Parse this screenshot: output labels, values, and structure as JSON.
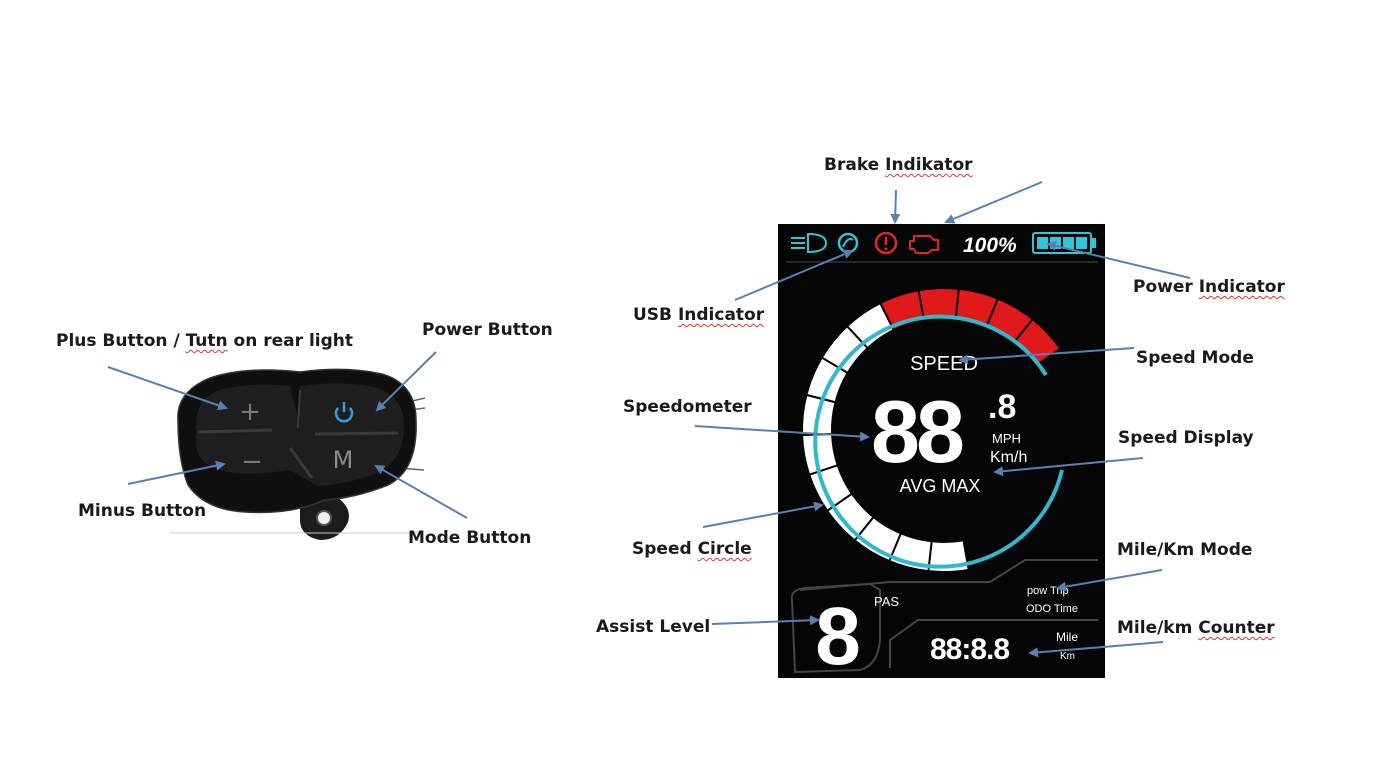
{
  "labels": {
    "plus_button": [
      "Plus Button / ",
      "Tutn",
      " on rear light"
    ],
    "power_button": "Power Button",
    "minus_button": "Minus Button",
    "mode_button": "Mode Button",
    "brake_indicator": [
      "Brake ",
      "Indikator"
    ],
    "usb_indicator": [
      "USB ",
      "Indicator"
    ],
    "power_indicator": [
      "Power ",
      "Indicator"
    ],
    "speed_mode": "Speed Mode",
    "speedometer": "Speedometer",
    "speed_display": "Speed Display",
    "speed_circle": [
      "Speed ",
      "Circle"
    ],
    "mile_km_mode": "Mile/Km Mode",
    "assist_level": "Assist Level",
    "mile_km_counter": [
      "Mile/km ",
      "Counter"
    ]
  },
  "controller": {
    "plus_symbol": "+",
    "minus_symbol": "−",
    "mode_symbol": "M"
  },
  "display": {
    "battery_percent": "100%",
    "speed_caption": "SPEED",
    "speed_digits": "88",
    "speed_decimal": ".8",
    "unit_mph": "MPH",
    "unit_kmh": "Km/h",
    "avg_max": "AVG MAX",
    "assist_digit": "8",
    "pas": "PAS",
    "mode_row1": "pow Trip",
    "mode_row2": "ODO  Time",
    "counter_digits": "88:8.8",
    "unit_mile": "Mile",
    "unit_km": "Km"
  },
  "colors": {
    "screen_bg": "#050505",
    "ring_accent": "#2fb8d0",
    "speed_segment_red": "#e01a1a",
    "brake_red": "#e22626",
    "battery_cyan": "#2fc7d8",
    "arrow_blue": "#5b7fb3"
  }
}
